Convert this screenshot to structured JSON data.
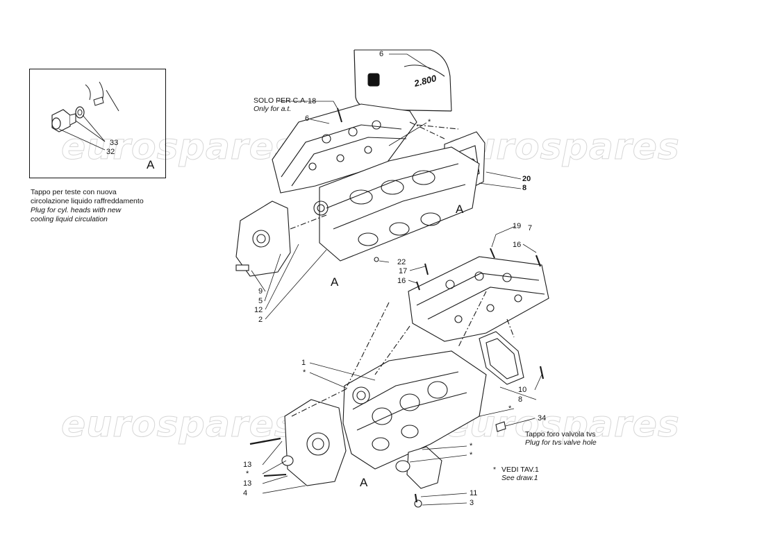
{
  "watermark": "eurospares",
  "inset": {
    "section_letter": "A",
    "callouts": [
      "33",
      "32"
    ],
    "caption_it": [
      "Tappo per teste con nuova",
      "circolazione liquido raffreddamento"
    ],
    "caption_en": [
      "Plug for cyl. heads with new",
      "cooling liquid circulation"
    ]
  },
  "notes": {
    "solo_per_it": "SOLO PER C.A.",
    "solo_per_en": "Only for a.t.",
    "tappo_it": "Tappo foro valvola tvs",
    "tappo_en": "Plug for tvs valve hole",
    "vedi_star": "*",
    "vedi_it": "VEDI TAV.1",
    "vedi_en": "See draw.1"
  },
  "cover_text": "2.800",
  "section_markers": [
    "A",
    "A",
    "A",
    "A"
  ],
  "callouts": {
    "c6a": "6",
    "c18": "18",
    "c6b": "6",
    "star_top": "*",
    "c20": "20",
    "c8a": "8",
    "c9": "9",
    "c5": "5",
    "c12": "12",
    "c2": "2",
    "c22": "22",
    "c19": "19",
    "c7": "7",
    "c16a": "16",
    "c17": "17",
    "c16b": "16",
    "c1": "1",
    "star_mid": "*",
    "c10": "10",
    "c8b": "8",
    "star_r": "*",
    "c34": "34",
    "star_r2": "*",
    "star_r3": "*",
    "c13a": "13",
    "star_l": "*",
    "c13b": "13",
    "c4": "4",
    "c11": "11",
    "c3": "3"
  }
}
